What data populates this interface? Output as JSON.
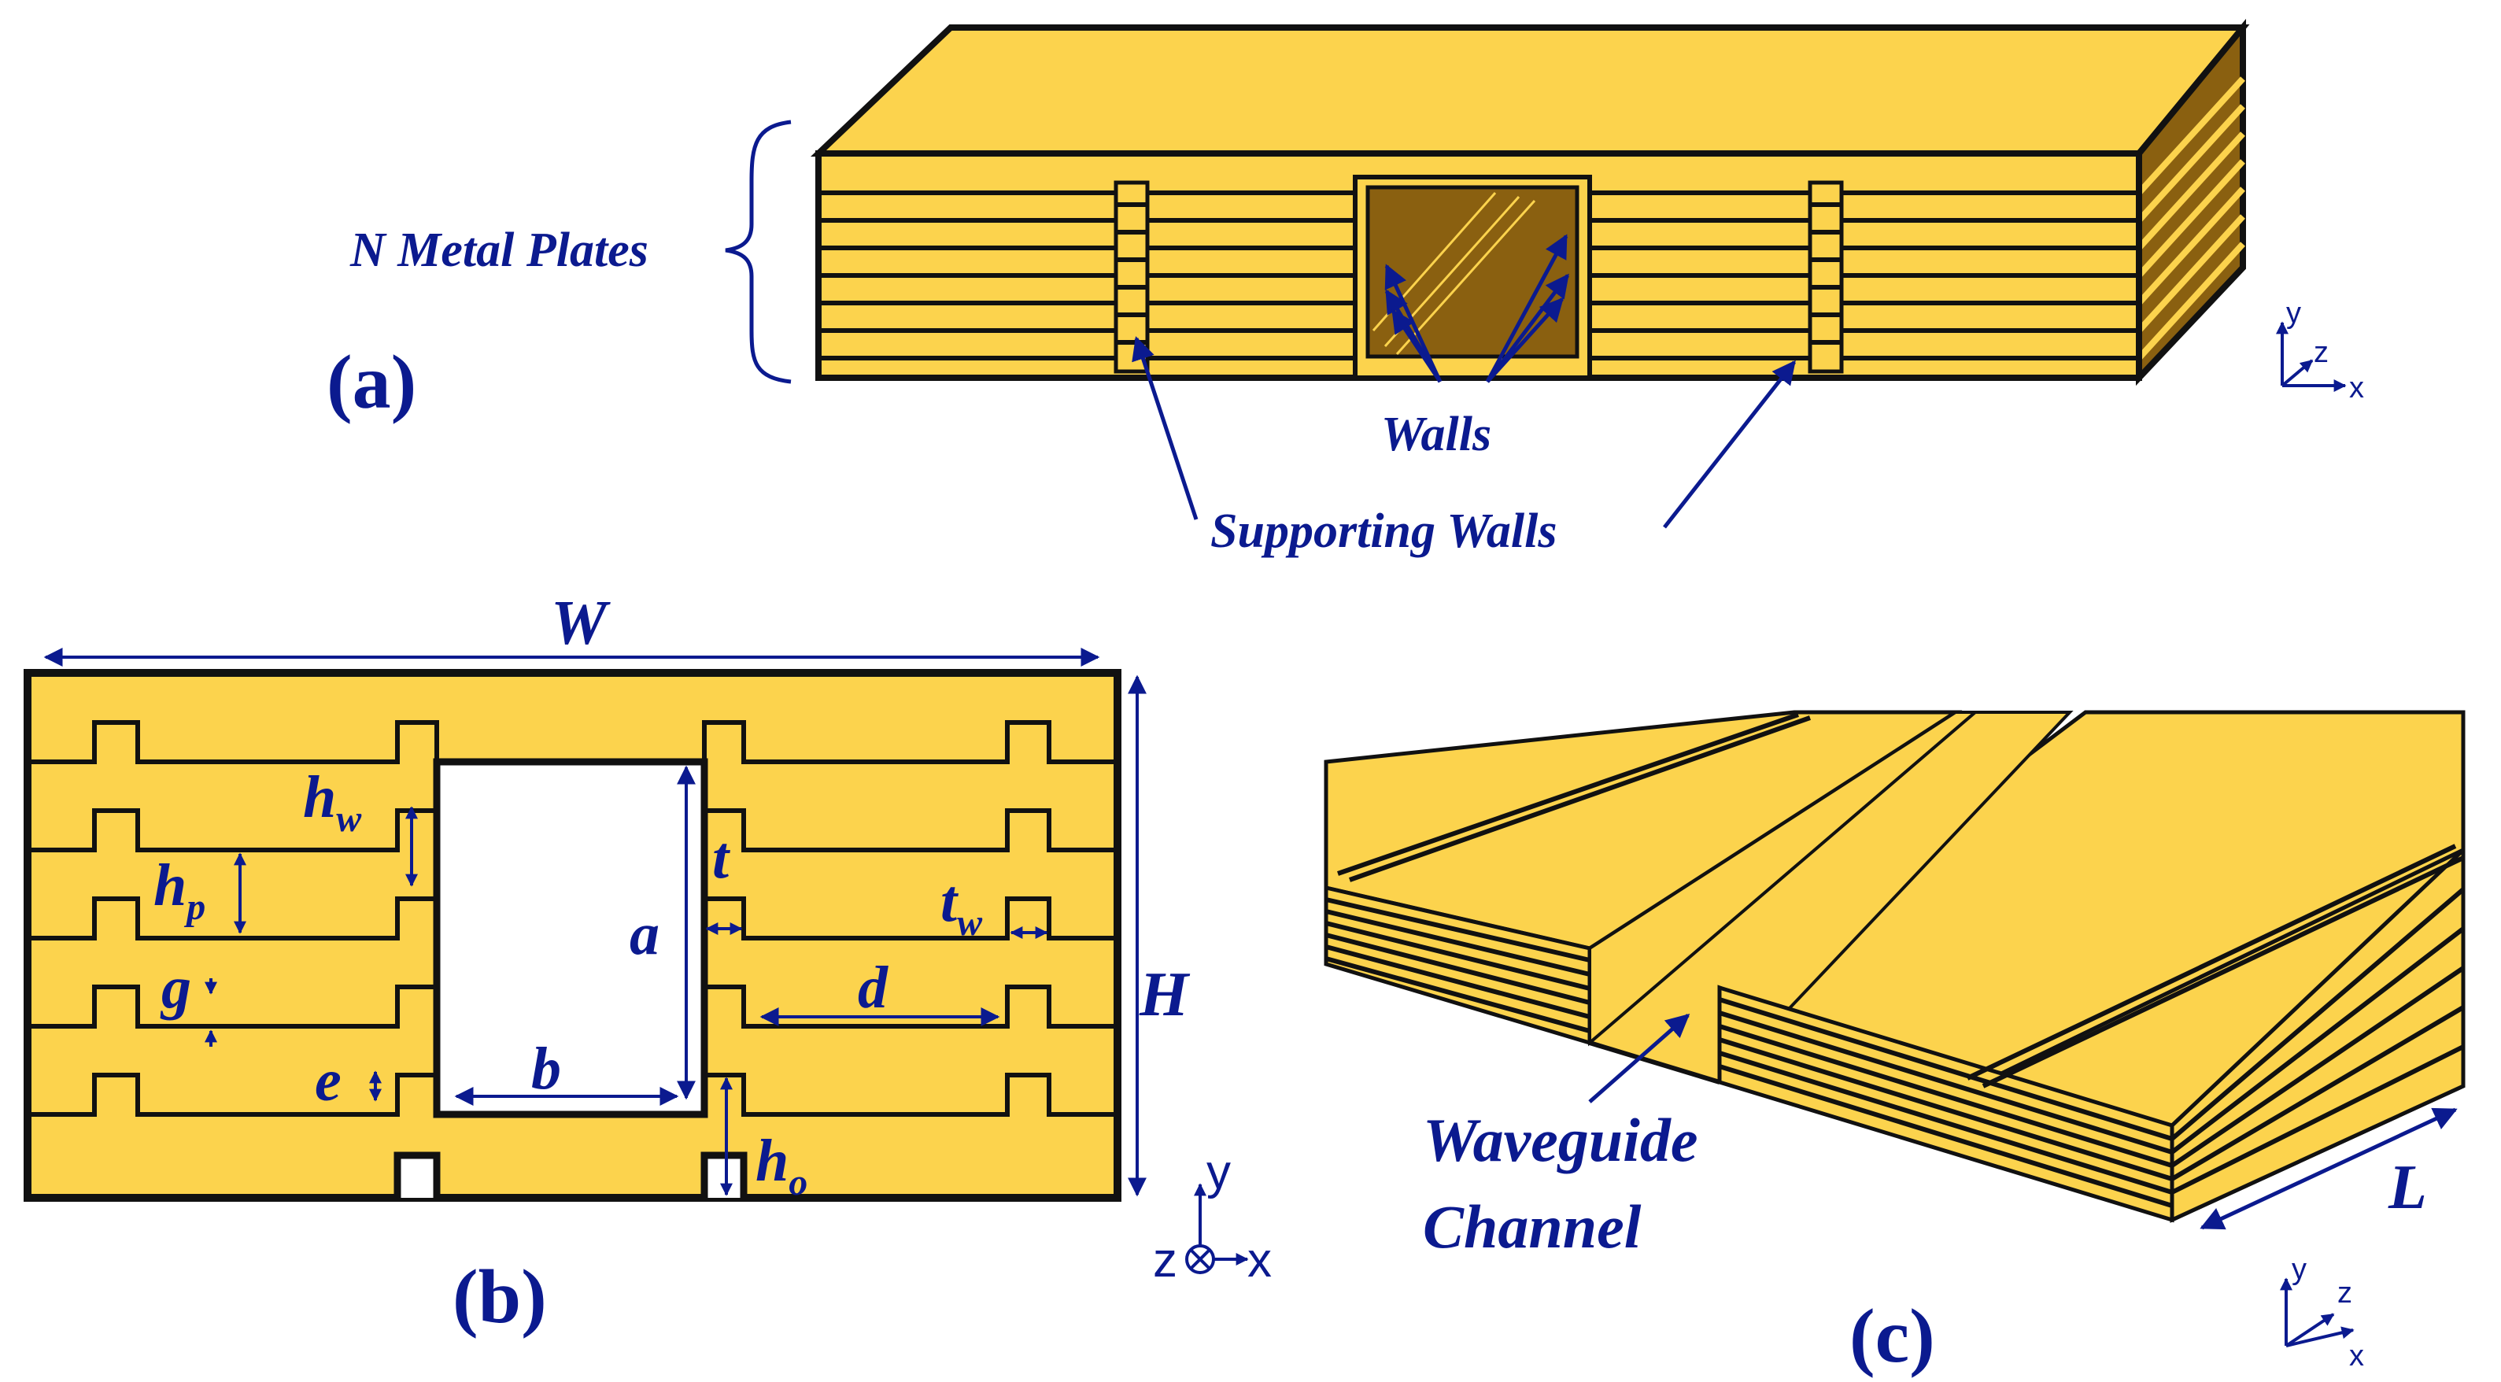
{
  "panel_a": {
    "tag": "(a)",
    "plates_label": "N Metal Plates",
    "walls_label": "Walls",
    "supporting_label": "Supporting Walls",
    "axes": {
      "y": "y",
      "z": "z",
      "x": "x"
    }
  },
  "panel_b": {
    "tag": "(b)",
    "dims": {
      "W": "W",
      "H": "H",
      "a": "a",
      "b": "b",
      "d": "d",
      "t": "t",
      "tw_main": "t",
      "tw_sub": "w",
      "hw_main": "h",
      "hw_sub": "w",
      "hp_main": "h",
      "hp_sub": "p",
      "ho_main": "h",
      "ho_sub": "o",
      "g": "g",
      "e": "e"
    },
    "axes": {
      "y": "y",
      "z": "z",
      "x": "x"
    }
  },
  "panel_c": {
    "tag": "(c)",
    "channel_label_1": "Waveguide",
    "channel_label_2": "Channel",
    "L": "L",
    "axes": {
      "y": "y",
      "z": "z",
      "x": "x"
    }
  },
  "colors": {
    "metal": "#fcd34d",
    "dark": "#8a6010",
    "annotation": "#0b1a8f"
  }
}
